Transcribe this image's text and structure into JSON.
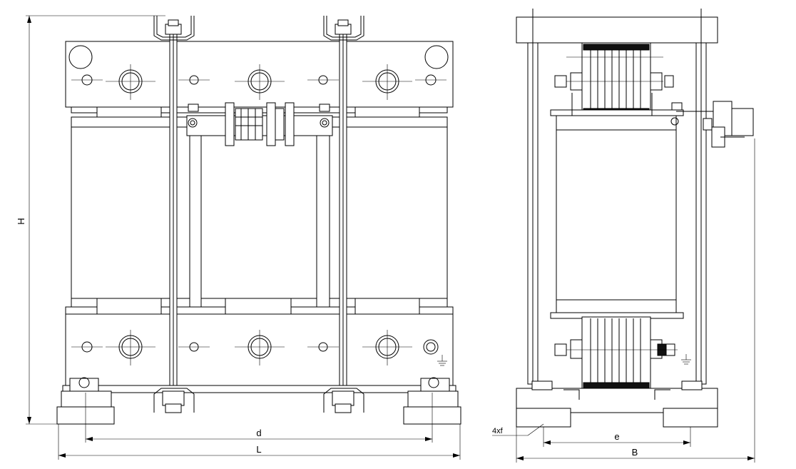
{
  "dimensions": {
    "height_label": "H",
    "mount_spacing_front_label": "d",
    "length_label": "L",
    "mount_spacing_side_label": "e",
    "width_label": "B",
    "holes_label": "4xf"
  }
}
